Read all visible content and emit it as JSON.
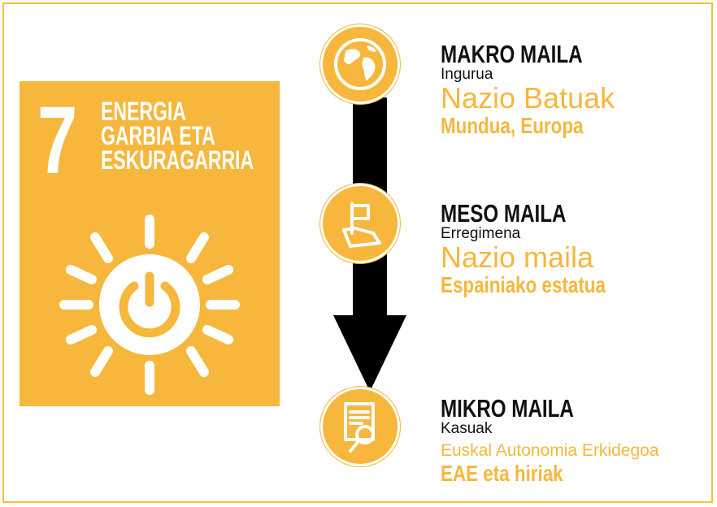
{
  "sdg": {
    "number": "7",
    "title_lines": [
      "ENERGIA",
      "GARBIA ETA",
      "ESKURAGARRIA"
    ],
    "icon": "sun-power-icon",
    "color": "#f6b73c"
  },
  "levels": [
    {
      "icon": "globe-icon",
      "title": "MAKRO MAILA",
      "subtitle": "Ingurua",
      "place": "Nazio Batuak",
      "scope": "Mundua, Europa"
    },
    {
      "icon": "flag-map-icon",
      "title": "MESO MAILA",
      "subtitle": "Erregimena",
      "place": "Nazio maila",
      "scope": "Espainiako estatua"
    },
    {
      "icon": "document-search-icon",
      "title": "MIKRO MAILA",
      "subtitle": "Kasuak",
      "place": "Euskal Autonomia Erkidegoa",
      "scope": "EAE eta hiriak"
    }
  ],
  "colors": {
    "accent": "#f6b73c",
    "text": "#111111",
    "arrow": "#000000"
  }
}
